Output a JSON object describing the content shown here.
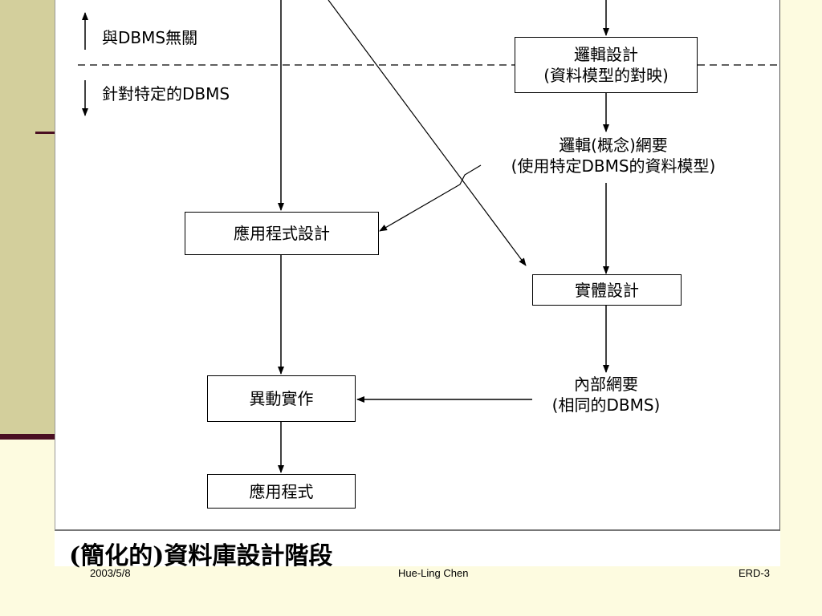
{
  "diagram": {
    "db_independent": "與DBMS無關",
    "db_specific": "針對特定的DBMS",
    "logical_design": {
      "line1": "邏輯設計",
      "line2": "(資料模型的對映)"
    },
    "logical_schema": {
      "line1": "邏輯(概念)網要",
      "line2": "(使用特定DBMS的資料模型)"
    },
    "application_design": "應用程式設計",
    "physical_design": "實體設計",
    "internal_schema": {
      "line1": "內部網要",
      "line2": "(相同的DBMS)"
    },
    "transaction_implementation": "異動實作",
    "application_program": "應用程式"
  },
  "caption": "(簡化的)資料庫設計階段",
  "footer": {
    "date": "2003/5/8",
    "author": "Hue-Ling Chen",
    "slide_id": "ERD-3"
  }
}
